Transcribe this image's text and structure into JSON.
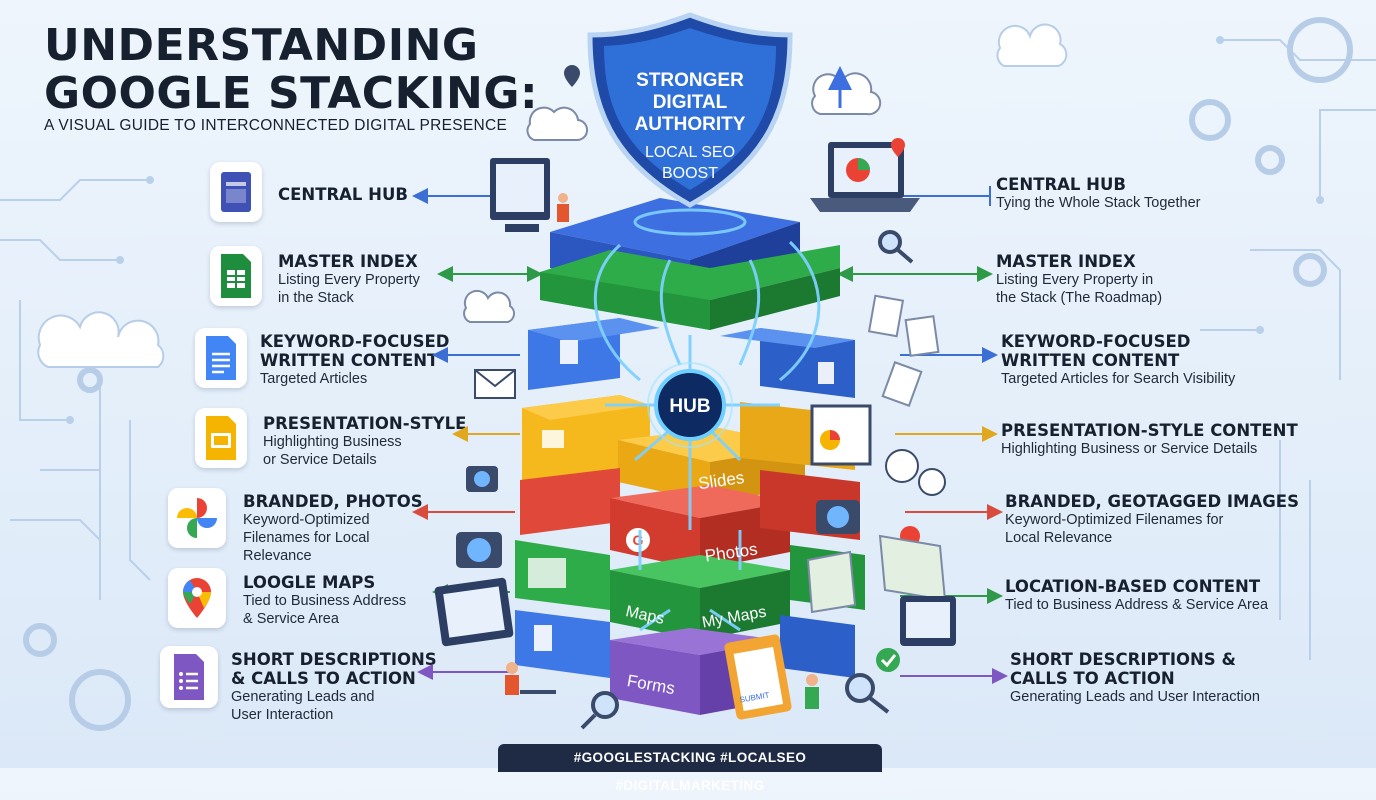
{
  "header": {
    "title_line1": "UNDERSTANDING",
    "title_line2": "GOOGLE STACKING:",
    "subtitle": "A VISUAL GUIDE TO INTERCONNECTED DIGITAL PRESENCE"
  },
  "shield": {
    "line1": "STRONGER",
    "line2": "DIGITAL",
    "line3": "AUTHORITY",
    "line4": "LOCAL SEO",
    "line5": "BOOST"
  },
  "hub_label": "HUB",
  "tower_labels": {
    "slides": "Slides",
    "photos": "Photos",
    "maps": "Maps",
    "mymaps": "My Maps",
    "forms": "Forms",
    "submit": "SUBMIT"
  },
  "left_items": [
    {
      "title1": "CENTRAL HUB",
      "title2": "",
      "desc1": "",
      "desc2": "",
      "desc3": ""
    },
    {
      "title1": "MASTER INDEX",
      "title2": "",
      "desc1": "Listing Every Property",
      "desc2": "in the Stack",
      "desc3": ""
    },
    {
      "title1": "KEYWORD-FOCUSED",
      "title2": "WRITTEN CONTENT",
      "desc1": "Targeted Articles",
      "desc2": "",
      "desc3": ""
    },
    {
      "title1": "PRESENTATION-STYLE",
      "title2": "",
      "desc1": "Highlighting Business",
      "desc2": "or Service Details",
      "desc3": ""
    },
    {
      "title1": "BRANDED, PHOTOS",
      "title2": "",
      "desc1": "Keyword-Optimized",
      "desc2": "Filenames for Local",
      "desc3": "Relevance"
    },
    {
      "title1": "LOOGLE MAPS",
      "title2": "",
      "desc1": "Tied to Business Address",
      "desc2": "& Service Area",
      "desc3": ""
    },
    {
      "title1": "SHORT DESCRIPTIONS",
      "title2": "& CALLS TO ACTION",
      "desc1": "Generating Leads and",
      "desc2": "User Interaction",
      "desc3": ""
    }
  ],
  "right_items": [
    {
      "title1": "CENTRAL HUB",
      "title2": "",
      "desc1": "Tying the Whole Stack Together",
      "desc2": ""
    },
    {
      "title1": "MASTER INDEX",
      "title2": "",
      "desc1": "Listing Every Property in",
      "desc2": "the Stack (The Roadmap)"
    },
    {
      "title1": "KEYWORD-FOCUSED",
      "title2": "WRITTEN CONTENT",
      "desc1": "Targeted Articles for Search Visibility",
      "desc2": ""
    },
    {
      "title1": "PRESENTATION-STYLE CONTENT",
      "title2": "",
      "desc1": "Highlighting Business or Service Details",
      "desc2": ""
    },
    {
      "title1": "BRANDED, GEOTAGGED IMAGES",
      "title2": "",
      "desc1": "Keyword-Optimized Filenames for",
      "desc2": "Local Relevance"
    },
    {
      "title1": "LOCATION-BASED CONTENT",
      "title2": "",
      "desc1": "Tied to Business Address & Service Area",
      "desc2": ""
    },
    {
      "title1": "SHORT DESCRIPTIONS &",
      "title2": "CALLS TO ACTION",
      "desc1": "Generating Leads and User Interaction",
      "desc2": ""
    }
  ],
  "icons": [
    {
      "name": "google-sites-icon",
      "color": "#3f51b5"
    },
    {
      "name": "google-sheets-icon",
      "color": "#1e8e3e"
    },
    {
      "name": "google-docs-icon",
      "color": "#4285f4"
    },
    {
      "name": "google-slides-icon",
      "color": "#f4b400"
    },
    {
      "name": "google-photos-icon",
      "color": "#ea4335"
    },
    {
      "name": "google-maps-icon",
      "color": "#34a853"
    },
    {
      "name": "google-forms-icon",
      "color": "#7e57c2"
    }
  ],
  "hashtags": "#GOOGLESTACKING #LOCALSEO #DIGITALMARKETING"
}
